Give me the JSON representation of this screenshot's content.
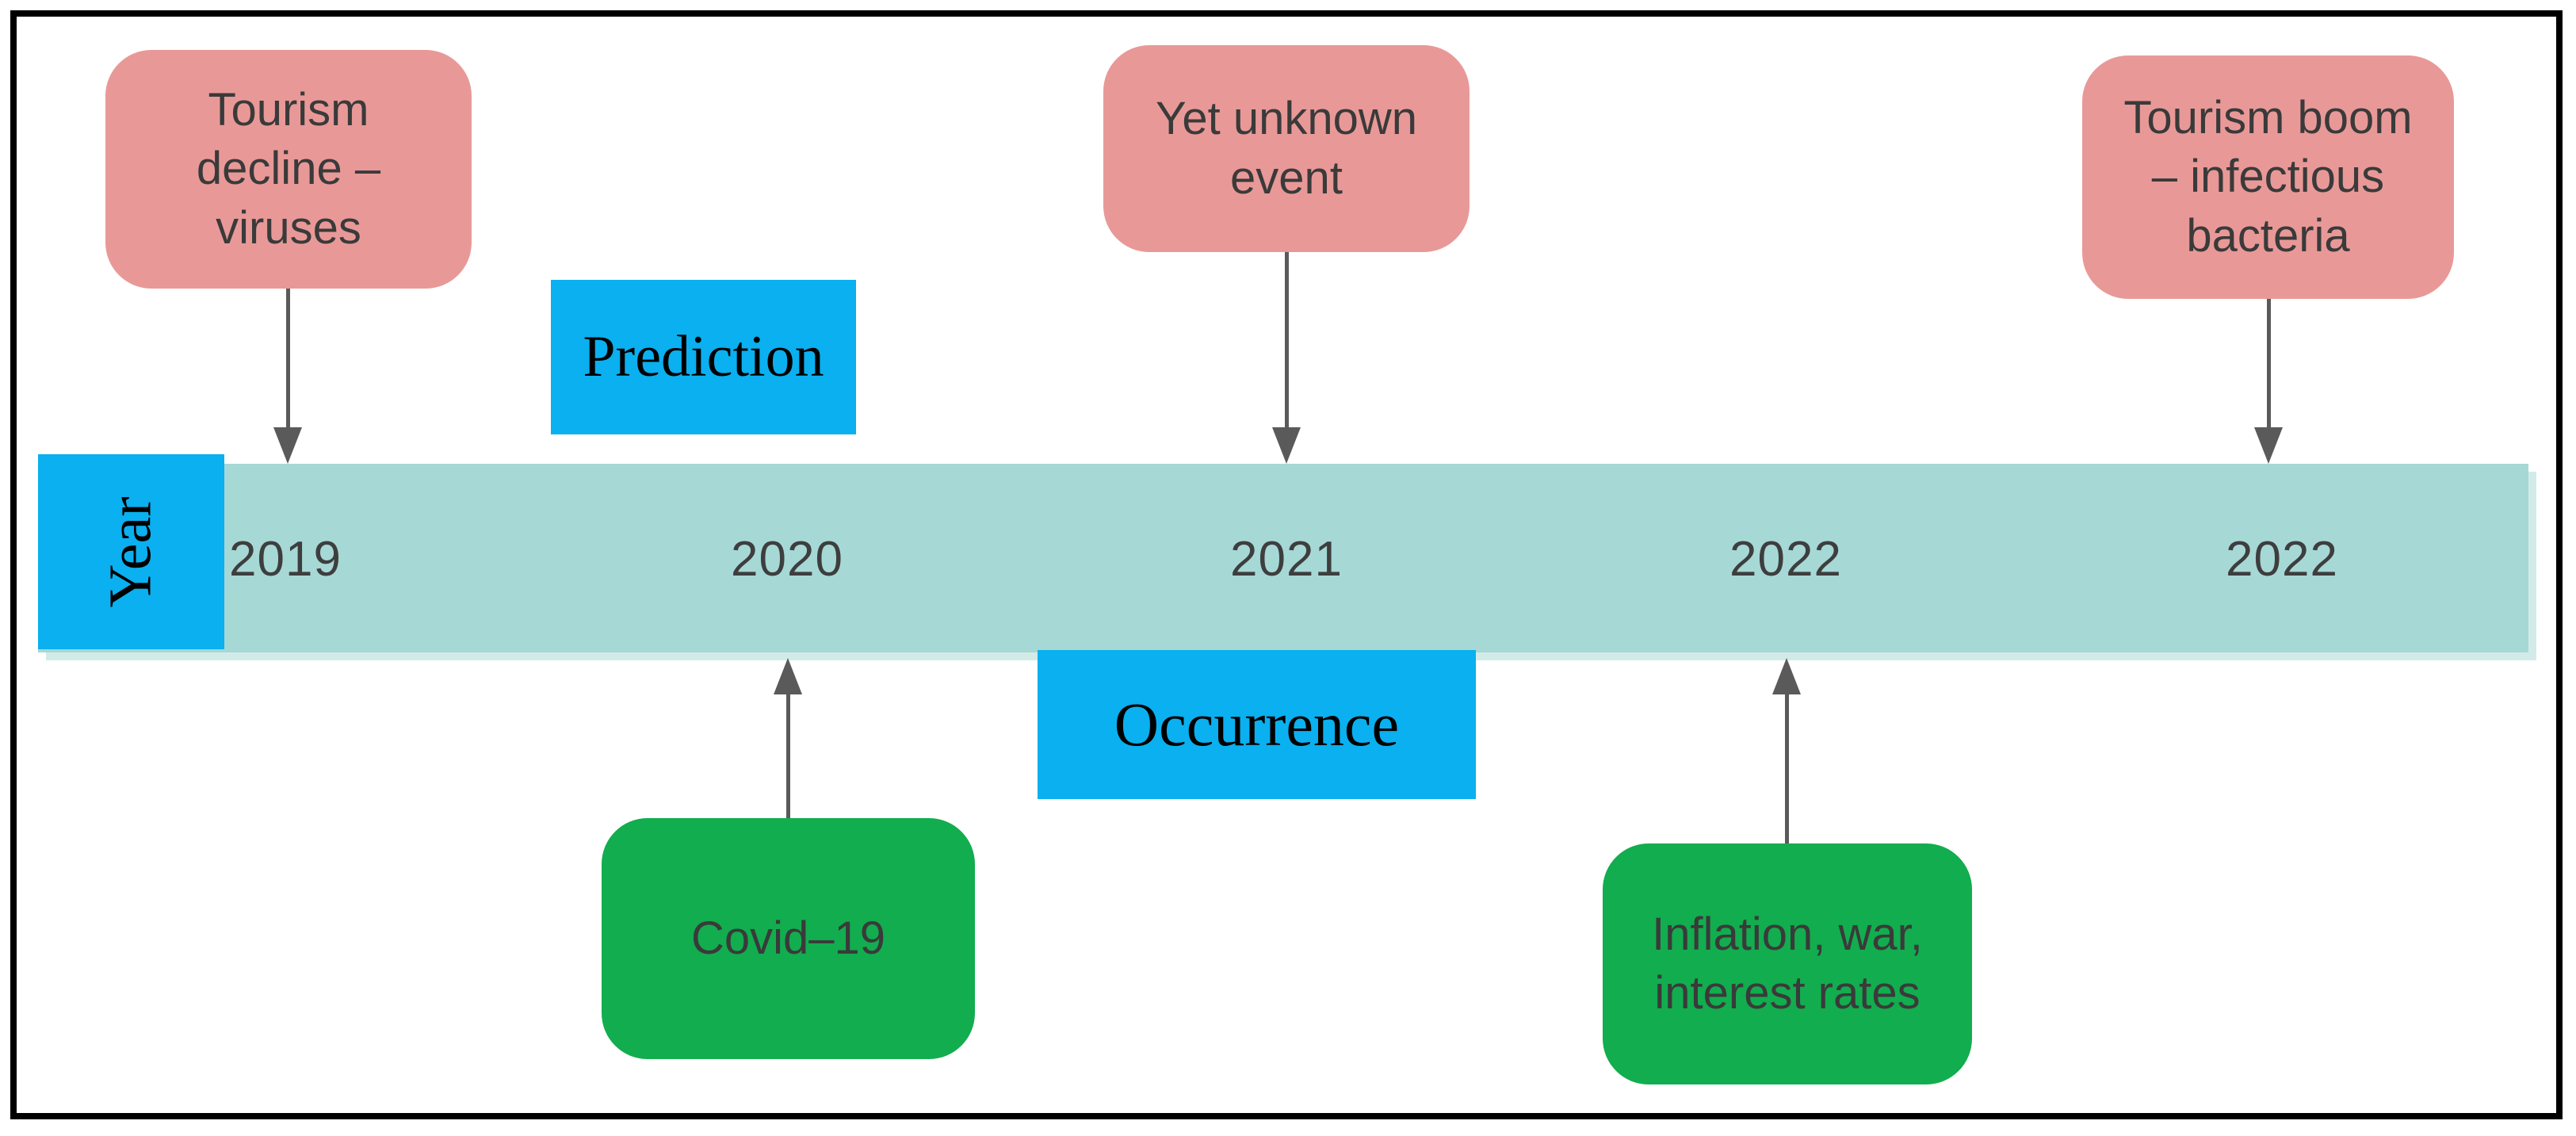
{
  "figure": {
    "type": "timeline",
    "axis_label": "Year",
    "row_labels": {
      "top": "Prediction",
      "bottom": "Occurrence"
    },
    "years": [
      "2019",
      "2020",
      "2021",
      "2022",
      "2022"
    ],
    "predictions": [
      {
        "text": "Tourism\ndecline –\nviruses",
        "year": "2019"
      },
      {
        "text": "Yet unknown\nevent",
        "year": "2021"
      },
      {
        "text": "Tourism boom\n– infectious\nbacteria",
        "year": "2022"
      }
    ],
    "occurrences": [
      {
        "text": "Covid–19",
        "year": "2020"
      },
      {
        "text": "Inflation, war,\ninterest rates",
        "year": "2022"
      }
    ]
  },
  "colors": {
    "blue": "#0ab0ef",
    "bar": "#a6d8d6",
    "bar-shadow": "#d2ebe9",
    "pink": "#e89997",
    "green": "#12ad4e",
    "arrow": "#5a5a5a",
    "dark-text": "#3a3a3a",
    "year-text": "#3e3e3e"
  }
}
